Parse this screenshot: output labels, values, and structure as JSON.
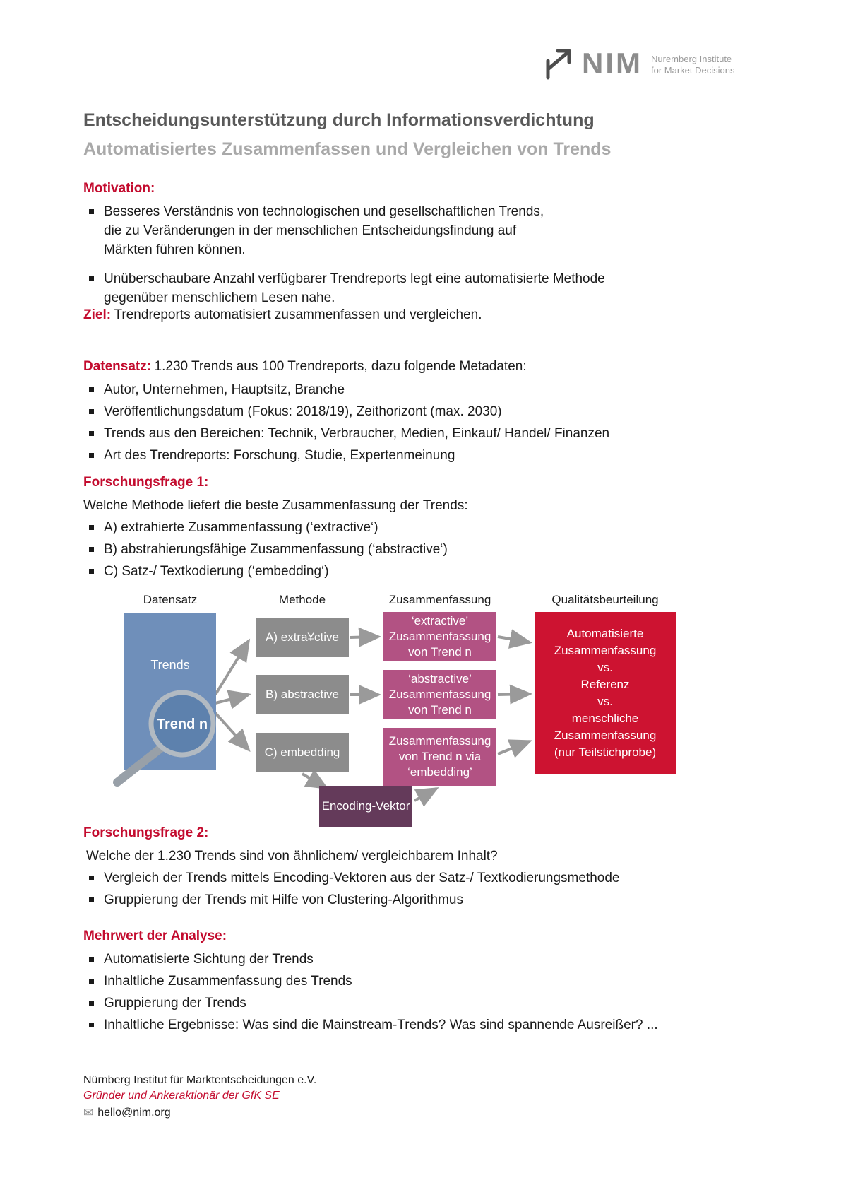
{
  "logo": {
    "nim": "NIM",
    "tagline_line1": "Nuremberg Institute",
    "tagline_line2": "for Market Decisions"
  },
  "header": {
    "title": "Entscheidungsunterstützung durch Informationsverdichtung",
    "subtitle": "Automatisiertes Zusammenfassen und Vergleichen von Trends"
  },
  "sections": {
    "motivation": {
      "heading": "Motivation:",
      "bullets": [
        "Besseres Verständnis von technologischen und gesellschaftlichen Trends,\ndie zu Veränderungen in der menschlichen Entscheidungsfindung auf\nMärkten führen können.",
        "Unüberschaubare Anzahl verfügbarer Trendreports legt eine automatisierte Methode\ngegenüber menschlichem Lesen nahe."
      ]
    },
    "ziel": {
      "label": "Ziel:",
      "text": "Trendreports automatisiert zusammenfassen und vergleichen."
    },
    "datensatz": {
      "label": "Datensatz:",
      "text": "1.230 Trends aus 100 Trendreports, dazu folgende Metadaten:",
      "bullets": [
        "Autor, Unternehmen, Hauptsitz, Branche",
        "Veröffentlichungsdatum (Fokus: 2018/19), Zeithorizont (max. 2030)",
        "Trends aus den Bereichen: Technik, Verbraucher, Medien, Einkauf/ Handel/ Finanzen",
        "Art des Trendreports: Forschung, Studie, Expertenmeinung"
      ]
    },
    "forschungsfrage1": {
      "heading": "Forschungsfrage 1:",
      "intro": "Welche Methode liefert die beste Zusammenfassung der Trends:",
      "bullets": [
        "A) extrahierte Zusammenfassung (‘extractive‘)",
        "B) abstrahierungsfähige Zusammenfassung (‘abstractive‘)",
        "C) Satz-/ Textkodierung (‘embedding‘)"
      ]
    },
    "forschungsfrage2": {
      "heading": "Forschungsfrage 2:",
      "intro": "Welche der 1.230 Trends sind von ähnlichem/ vergleichbarem Inhalt?",
      "bullets": [
        "Vergleich der Trends mittels Encoding-Vektoren aus der Satz-/ Textkodierungsmethode",
        "Gruppierung der Trends mit Hilfe von Clustering-Algorithmus"
      ]
    },
    "mehrwert": {
      "heading": "Mehrwert der Analyse:",
      "bullets": [
        "Automatisierte Sichtung der Trends",
        "Inhaltliche Zusammenfassung des Trends",
        "Gruppierung der Trends",
        "Inhaltliche Ergebnisse: Was sind die Mainstream-Trends? Was sind spannende Ausreißer? ..."
      ]
    }
  },
  "diagram": {
    "column_headers": [
      "Datensatz",
      "Methode",
      "Zusammenfassung",
      "Qualitätsbeurteilung"
    ],
    "trends_box": "Trends",
    "magnifier_label": "Trend n",
    "methods": [
      "A) extra¥ctive",
      "B) abstractive",
      "C) embedding"
    ],
    "summaries": [
      "‘extractive’\nZusammenfassung\nvon Trend n",
      "‘abstractive’\nZusammenfassung\nvon Trend n",
      "Zusammenfassung\nvon Trend n via\n‘embedding’"
    ],
    "quality_box": "Automatisierte\nZusammenfassung\nvs.\nReferenz\nvs.\nmenschliche\nZusammenfassung\n(nur Teilstichprobe)",
    "encoding_box": "Encoding-Vektor"
  },
  "colors": {
    "accent_red": "#c30b2e",
    "box_blue": "#6f8fba",
    "box_gray": "#8c8c8c",
    "box_pink": "#b25283",
    "box_red": "#cd1331",
    "box_purple": "#643a5a",
    "title_gray": "#595959",
    "subtitle_gray": "#a9a9a9"
  },
  "footer": {
    "line1": "Nürnberg Institut für Marktentscheidungen e.V.",
    "line2": "Gründer und Ankeraktionär der GfK SE",
    "email": "hello@nim.org"
  }
}
